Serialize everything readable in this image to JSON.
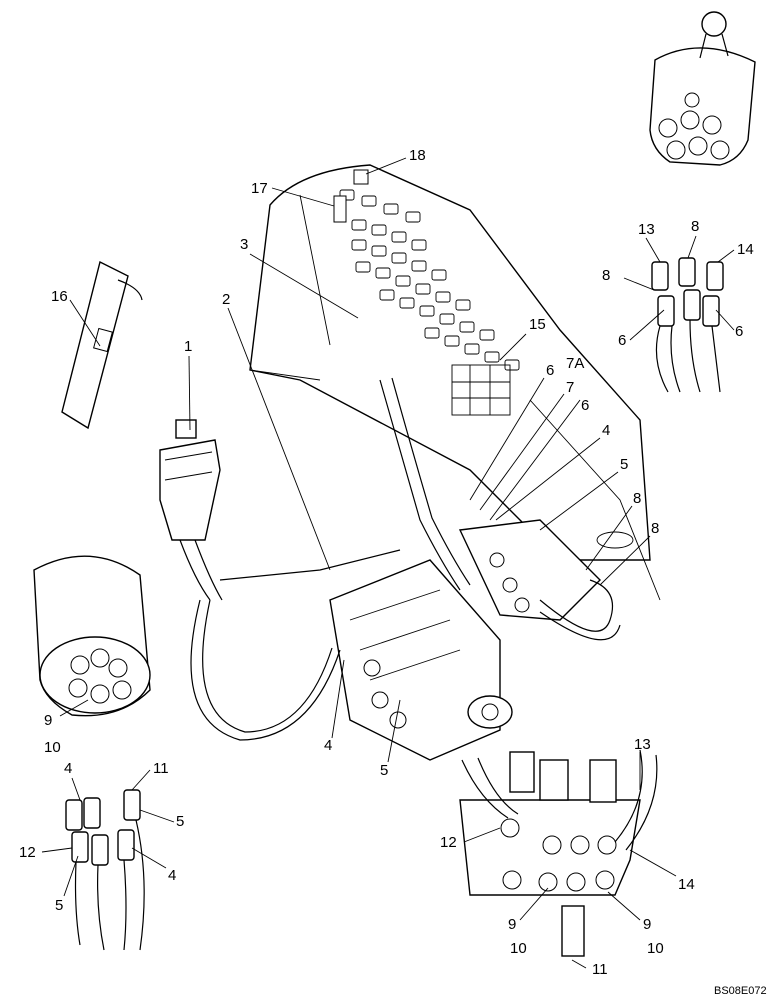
{
  "drawing_code": "BS08E072",
  "callouts": {
    "c1": "1",
    "c2": "2",
    "c3": "3",
    "c4a": "4",
    "c4b": "4",
    "c4c": "4",
    "c4d": "4",
    "c5a": "5",
    "c5b": "5",
    "c5c": "5",
    "c5d": "5",
    "c6a": "6",
    "c6b": "6",
    "c6c": "6",
    "c6d": "6",
    "c7": "7",
    "c7a": "7A",
    "c8a": "8",
    "c8b": "8",
    "c8c": "8",
    "c8d": "8",
    "c9a": "9",
    "c9b": "9",
    "c9c": "9",
    "c10a": "10",
    "c10b": "10",
    "c10c": "10",
    "c11a": "11",
    "c11b": "11",
    "c12a": "12",
    "c12b": "12",
    "c13a": "13",
    "c13b": "13",
    "c14a": "14",
    "c14b": "14",
    "c15": "15",
    "c16": "16",
    "c17": "17",
    "c18": "18"
  }
}
